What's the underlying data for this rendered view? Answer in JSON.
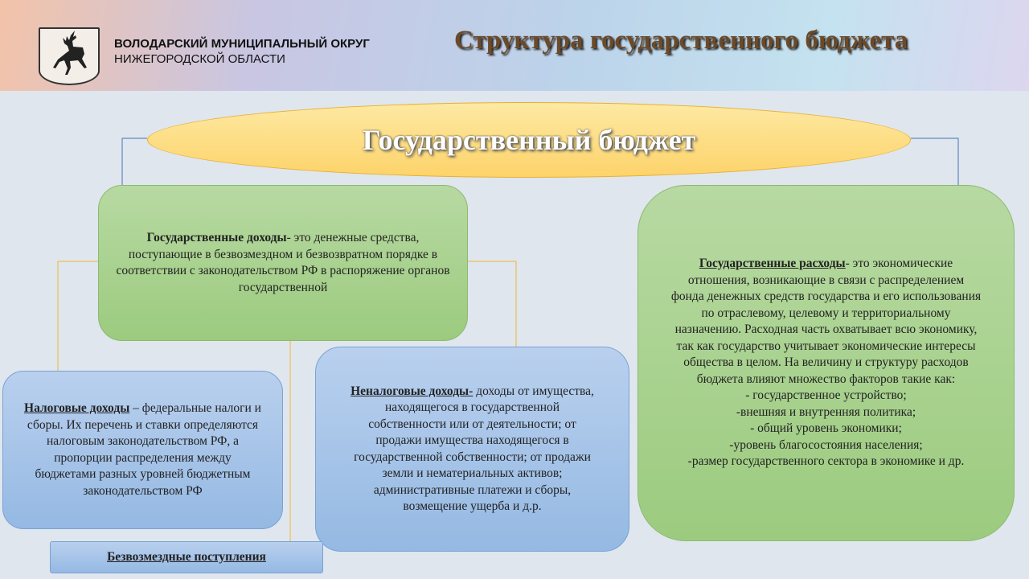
{
  "header": {
    "org_line1": "ВОЛОДАРСКИЙ МУНИЦИПАЛЬНЫЙ ОКРУГ",
    "org_line2": "НИЖЕГОРОДСКОЙ ОБЛАСТИ",
    "title": "Структура государственного бюджета",
    "emblem": "deer-coat-of-arms-icon"
  },
  "root": {
    "title": "Государственный бюджет"
  },
  "income": {
    "term": "Государственные доходы",
    "text": "- это денежные средства, поступающие в безвозмездном и безвозвратном порядке в соответствии с законодательством РФ в распоряжение органов государственной"
  },
  "tax": {
    "term": "Налоговые доходы",
    "text": " – федеральные налоги и сборы. Их перечень и ставки определяются налоговым законодательством РФ, а пропорции распределения между бюджетами разных уровней бюджетным законодательством РФ"
  },
  "nontax": {
    "term": "Неналоговые доходы-",
    "text": " доходы от имущества, находящегося в государственной собственности или от деятельности; от продажи имущества находящегося в государственной собственности; от продажи земли и нематериальных активов; административные платежи и сборы, возмещение ущерба и д.р."
  },
  "grants": {
    "label": "Безвозмездные поступления"
  },
  "expenses": {
    "term": "Государственные расходы",
    "text": "- это экономические отношения, возникающие в связи с распределением фонда денежных средств государства и его использования по отраслевому, целевому и территориальному назначению. Расходная часть охватывает всю экономику, так как государство учитывает экономические интересы общества в целом. На величину и структуру расходов бюджета влияют множество факторов такие как:",
    "factors": [
      "- государственное устройство;",
      "-внешняя и внутренняя политика;",
      "- общий уровень экономики;",
      "-уровень благосостояния населения;",
      "-размер государственного сектора в экономике и др."
    ]
  }
}
